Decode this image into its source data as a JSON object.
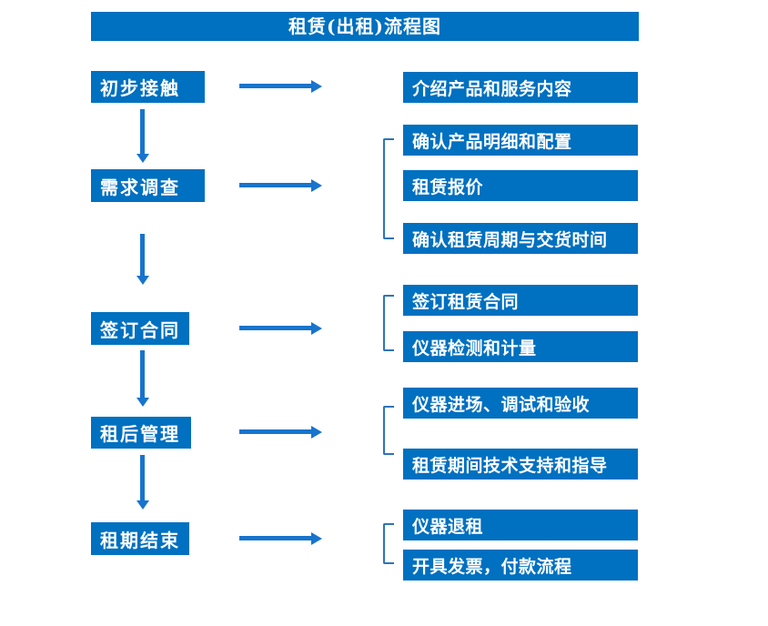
{
  "title": "租赁(出租)流程图",
  "colors": {
    "box_blue": "#0070C0",
    "arrow_blue": "#1874CC",
    "bracket_blue": "#2E75B6",
    "text": "#FFFFFF",
    "background": "#FFFFFF"
  },
  "steps": [
    {
      "label": "初步接触",
      "details": [
        "介绍产品和服务内容"
      ]
    },
    {
      "label": "需求调查",
      "details": [
        "确认产品明细和配置",
        "租赁报价",
        "确认租赁周期与交货时间"
      ]
    },
    {
      "label": "签订合同",
      "details": [
        "签订租赁合同",
        "仪器检测和计量"
      ]
    },
    {
      "label": "租后管理",
      "details": [
        "仪器进场、调试和验收",
        "租赁期间技术支持和指导"
      ]
    },
    {
      "label": "租期结束",
      "details": [
        "仪器退租",
        "开具发票，付款流程"
      ]
    }
  ]
}
